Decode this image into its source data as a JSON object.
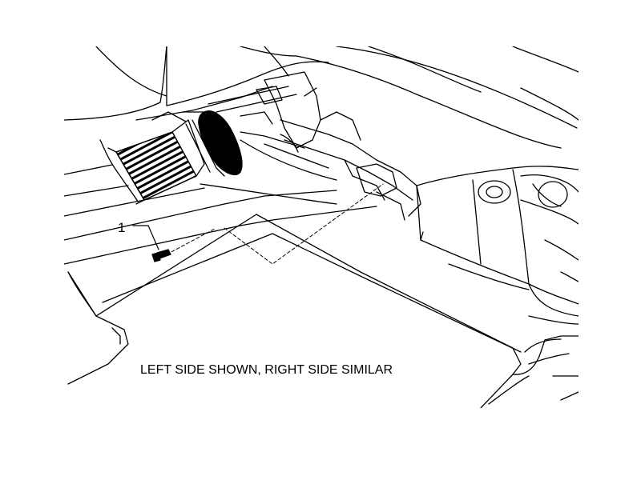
{
  "figure": {
    "callouts": [
      {
        "number": "1",
        "target": "fastener"
      }
    ],
    "caption": "LEFT SIDE SHOWN, RIGHT SIDE SIMILAR",
    "colors": {
      "ink": "#000000",
      "paper": "#ffffff",
      "shade": "#d9d9d9"
    }
  }
}
